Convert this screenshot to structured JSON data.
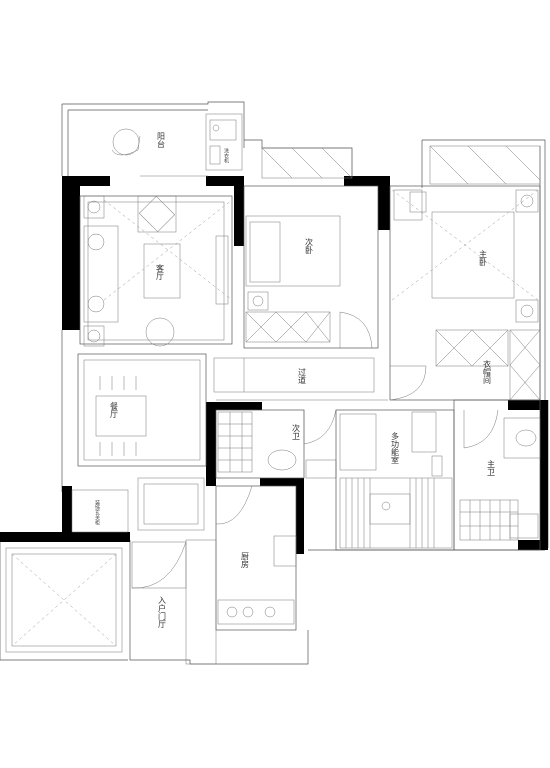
{
  "rooms": {
    "balcony": "阳台",
    "washer": "洗衣机",
    "living_room": "客厅",
    "second_bedroom": "次卧",
    "master_bedroom": "主卧",
    "corridor": "过道",
    "wardrobe": "衣帽间",
    "dining": "餐厅",
    "second_bath": "次卫",
    "multi_room": "多功能室",
    "master_bath": "主卫",
    "shoe_cabinet": "装饰玄关柜",
    "kitchen": "厨房",
    "entry_hall": "入户门厅"
  }
}
